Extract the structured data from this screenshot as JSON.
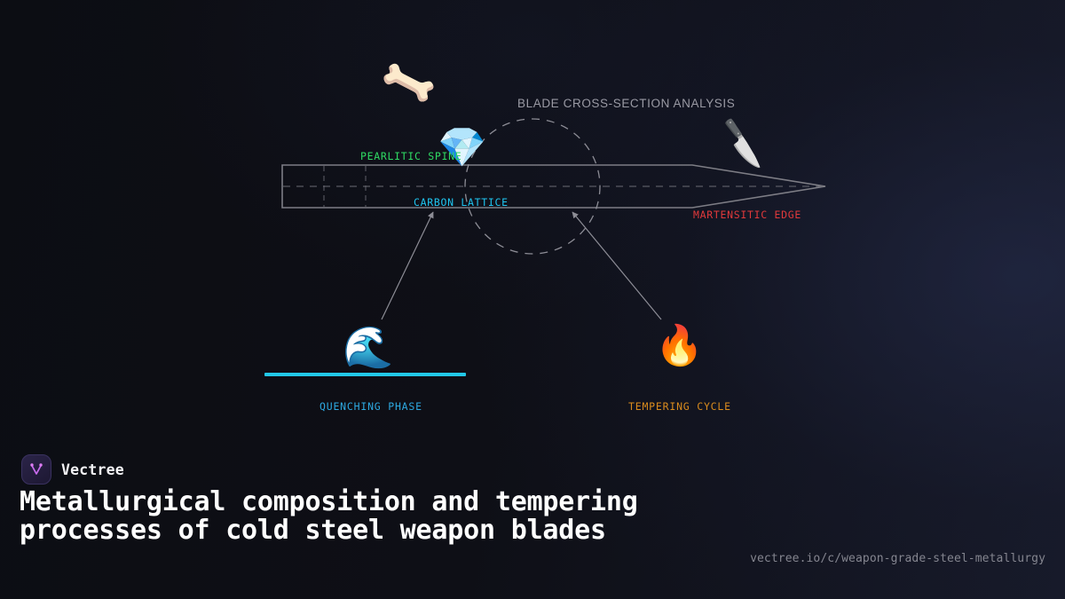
{
  "diagram": {
    "title": "BLADE CROSS-SECTION ANALYSIS",
    "annotations": {
      "spine": {
        "label": "PEARLITIC SPINE",
        "color": "#2fd963"
      },
      "carbon": {
        "label": "CARBON LATTICE",
        "color": "#1fc4ef"
      },
      "edge": {
        "label": "MARTENSITIC EDGE",
        "color": "#e0393b"
      }
    },
    "icons": {
      "bone": "bone-icon",
      "gem": "gem-icon",
      "knife": "knife-icon",
      "wave": "wave-icon",
      "fire": "fire-icon"
    },
    "emoji": {
      "bone": "🦴",
      "gem": "💎",
      "knife": "🔪",
      "wave": "🌊",
      "fire": "🔥"
    },
    "nodes": [
      {
        "label": "QUENCHING PHASE",
        "color": "#2da8e0",
        "bar_color": "#22c8e8"
      },
      {
        "label": "TEMPERING CYCLE",
        "color": "#d98b1d"
      }
    ],
    "stroke_color": "#7d7d85"
  },
  "footer": {
    "brand": "Vectree",
    "headline": "Metallurgical composition and tempering processes of cold steel weapon blades",
    "url": "vectree.io/c/weapon-grade-steel-metallurgy",
    "logo_color": "#c96cf0"
  }
}
